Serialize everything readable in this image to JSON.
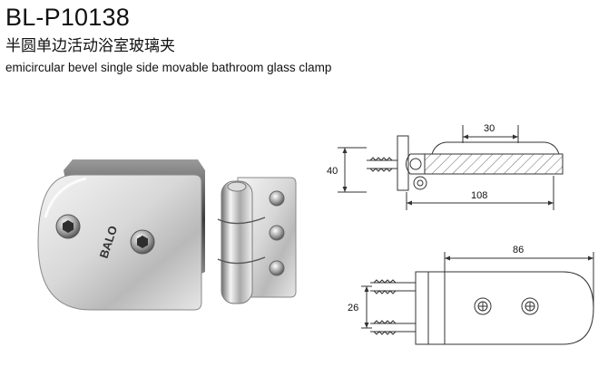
{
  "product": {
    "model": "BL-P10138",
    "name_cn": "半圆单边活动浴室玻璃夹",
    "name_en": "emicircular bevel single side movable bathroom glass clamp",
    "brand_logo": "BALO"
  },
  "drawing_top": {
    "dim_width_top": "30",
    "dim_height": "40",
    "dim_length": "108"
  },
  "drawing_bottom": {
    "dim_length": "86",
    "dim_height": "26"
  }
}
